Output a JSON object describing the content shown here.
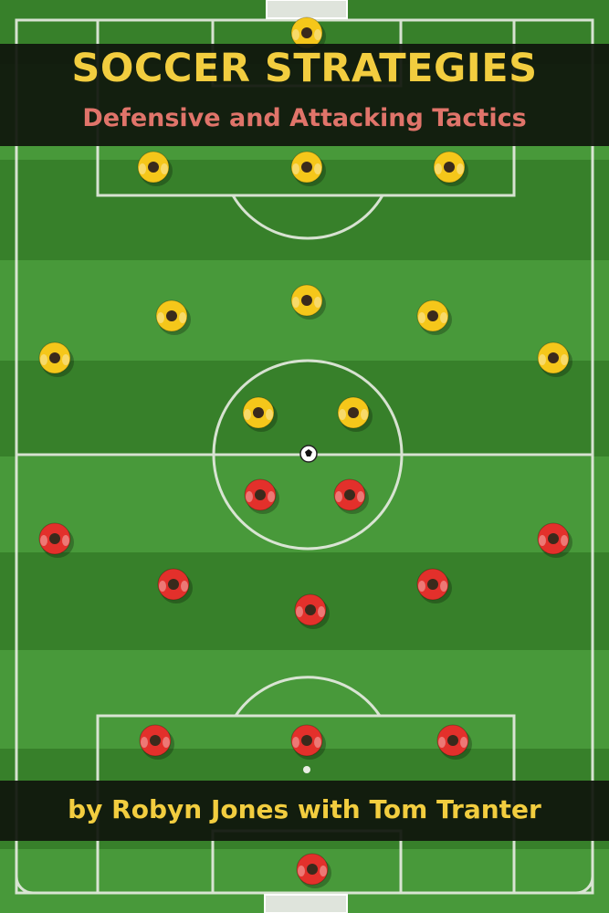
{
  "cover": {
    "title": "SOCCER STRATEGIES",
    "subtitle": "Defensive and Attacking Tactics",
    "author_line": "by Robyn Jones with Tom Tranter"
  },
  "colors": {
    "grass_dark": "#37802a",
    "grass_light": "#48993a",
    "title_color": "#f2cd3f",
    "subtitle_color": "#e0746a",
    "band_color": "#10160c",
    "team_yellow": "#f5c71a",
    "team_red": "#e3302b"
  },
  "scene": {
    "teams": [
      {
        "color": "yellow",
        "player_count": 11
      },
      {
        "color": "red",
        "player_count": 11
      }
    ],
    "ball": "soccer-ball-icon"
  }
}
